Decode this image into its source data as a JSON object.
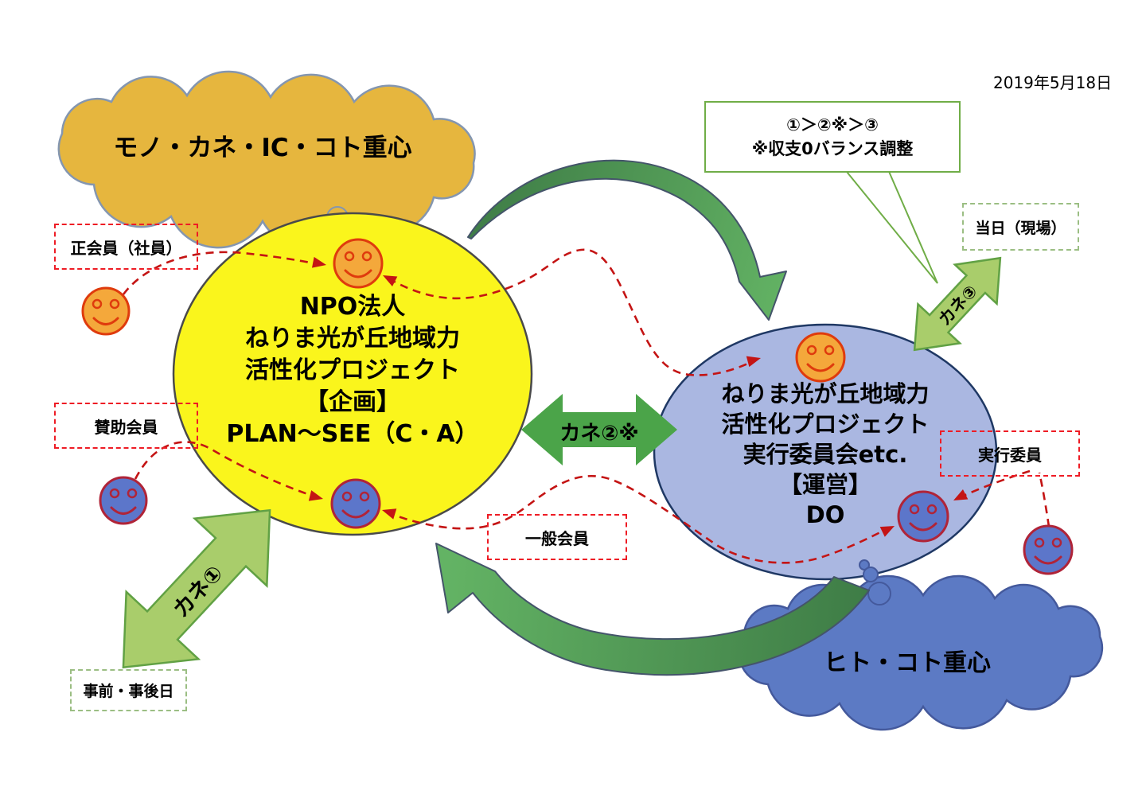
{
  "date": "2019年5月18日",
  "callout": {
    "line1": "①＞②※＞③",
    "line2": "※収支0バランス調整"
  },
  "left_cloud": {
    "label": "モノ・カネ・IC・コト重心"
  },
  "right_cloud": {
    "label": "ヒト・コト重心"
  },
  "planning": {
    "lines": [
      "NPO法人",
      "ねりま光が丘地域力",
      "活性化プロジェクト",
      "【企画】",
      "PLAN～SEE（C・A）"
    ]
  },
  "operating": {
    "lines": [
      "ねりま光が丘地域力",
      "活性化プロジェクト",
      "実行委員会etc.",
      "【運営】",
      "DO"
    ]
  },
  "labels": {
    "regular_member": "正会員（社員）",
    "supporting_member": "賛助会員",
    "general_member": "一般会員",
    "committee_member": "実行委員",
    "onsite": "当日（現場）",
    "before_after": "事前・事後日"
  },
  "money": {
    "kane1": "カネ①",
    "kane2": "カネ②※",
    "kane3": "カネ③"
  },
  "colors": {
    "left_cloud": "#E6B63E",
    "right_cloud": "#5C7AC4",
    "planning_ellipse": "#FAF51C",
    "operating_ellipse": "#AAB7E1",
    "flow_arrow_green": "#4FA050",
    "money_arrow_light_green": "#A9CD6B",
    "money_arrow_green": "#4BA449",
    "connector_red": "#C41414",
    "member_box_red": "#EE1C25",
    "timing_box_green": "#9BBE83",
    "callout_border_green": "#70AD47",
    "smiley_orange": "#F4A83B",
    "smiley_blue": "#5C76CA"
  }
}
